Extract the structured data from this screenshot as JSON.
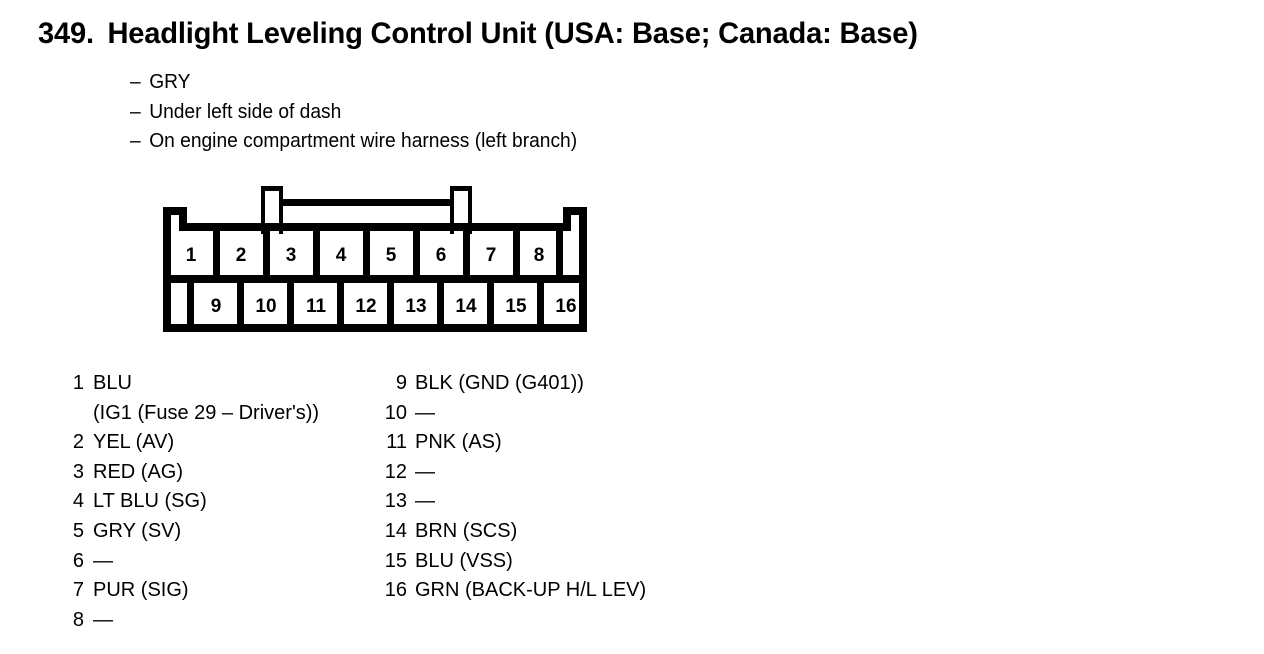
{
  "title": {
    "number": "349.",
    "text": "Headlight Leveling Control Unit (USA: Base; Canada: Base)"
  },
  "notes": [
    "GRY",
    "Under left side of dash",
    "On engine compartment wire harness (left branch)"
  ],
  "connector": {
    "name": "16-pin-connector",
    "top_row_pins": [
      "1",
      "2",
      "3",
      "4",
      "5",
      "6",
      "7",
      "8"
    ],
    "bottom_row_pins": [
      "9",
      "10",
      "11",
      "12",
      "13",
      "14",
      "15",
      "16"
    ],
    "top_row_blank_position": "right",
    "bottom_row_blank_position": "left",
    "has_top_latch_bracket": true,
    "line_color": "#000000",
    "fill_color": "#ffffff"
  },
  "pins_left": [
    {
      "number": "1",
      "label": "BLU",
      "label_cont": "(IG1 (Fuse 29 – Driver's))"
    },
    {
      "number": "2",
      "label": "YEL (AV)"
    },
    {
      "number": "3",
      "label": "RED (AG)"
    },
    {
      "number": "4",
      "label": "LT BLU (SG)"
    },
    {
      "number": "5",
      "label": "GRY (SV)"
    },
    {
      "number": "6",
      "label": "—"
    },
    {
      "number": "7",
      "label": "PUR (SIG)"
    },
    {
      "number": "8",
      "label": "—"
    }
  ],
  "pins_right": [
    {
      "number": "9",
      "label": "BLK (GND (G401))"
    },
    {
      "number": "10",
      "label": "—"
    },
    {
      "number": "11",
      "label": "PNK (AS)"
    },
    {
      "number": "12",
      "label": "—"
    },
    {
      "number": "13",
      "label": "—"
    },
    {
      "number": "14",
      "label": "BRN (SCS)"
    },
    {
      "number": "15",
      "label": "BLU (VSS)"
    },
    {
      "number": "16",
      "label": "GRN (BACK-UP H/L LEV)"
    }
  ]
}
